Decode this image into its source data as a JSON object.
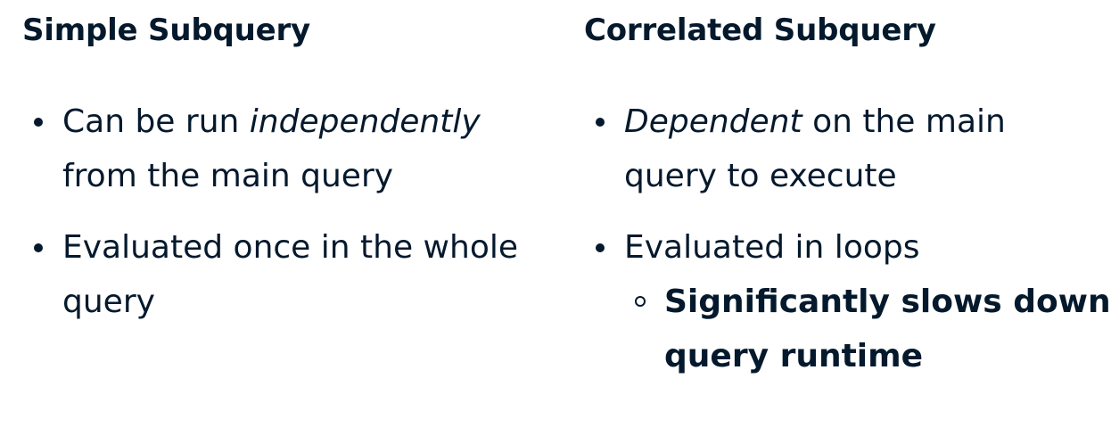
{
  "colors": {
    "text": "#05192d",
    "background": "#ffffff"
  },
  "left": {
    "heading": "Simple Subquery",
    "bullets": [
      {
        "line1_pre": "Can be run ",
        "line1_em": "independently",
        "line2": "from the main query"
      },
      {
        "line1": "Evaluated once in the whole",
        "line2": "query"
      }
    ]
  },
  "right": {
    "heading": "Correlated Subquery",
    "bullets": [
      {
        "line1_em": "Dependent",
        "line1_post": " on the main",
        "line2": "query to execute"
      },
      {
        "line1": "Evaluated in loops"
      }
    ],
    "sub_bullets": [
      {
        "line1": "Significantly slows down",
        "line2": "query runtime"
      }
    ]
  }
}
